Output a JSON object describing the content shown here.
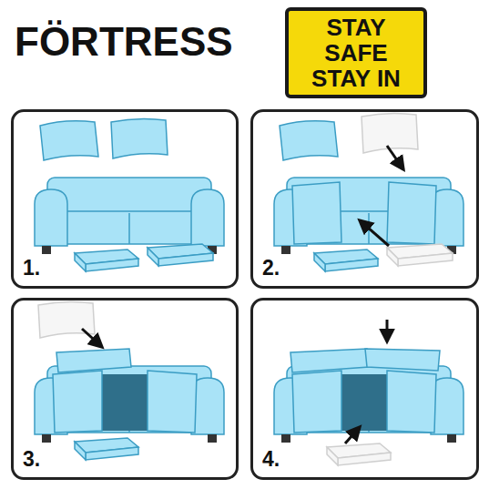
{
  "diagram": {
    "title": "FÖRTRESS",
    "nodes": [
      {
        "text": [
          "STAY SAFE STAY IN"
        ]
      },
      {
        "text": [
          "1."
        ]
      },
      {
        "text": [
          "2."
        ]
      },
      {
        "text": [
          "3."
        ]
      },
      {
        "text": [
          "4."
        ]
      }
    ]
  }
}
